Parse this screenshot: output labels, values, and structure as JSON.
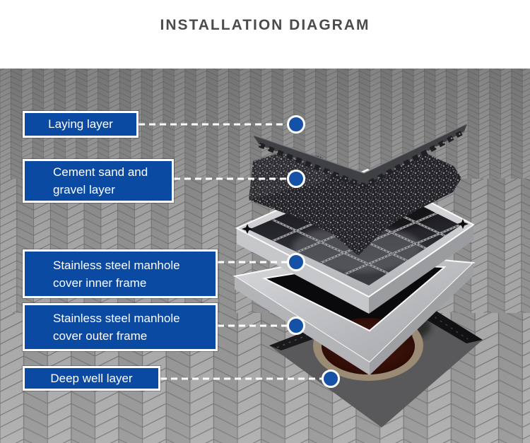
{
  "title": "INSTALLATION DIAGRAM",
  "labels": {
    "laying": {
      "text": "Laying layer"
    },
    "cement": {
      "line1": "Cement sand and",
      "line2": "gravel layer"
    },
    "inner_frame": {
      "line1": "Stainless steel manhole",
      "line2": "cover inner frame"
    },
    "outer_frame": {
      "line1": "Stainless steel manhole",
      "line2": "cover outer frame"
    },
    "deep_well": {
      "text": "Deep well layer"
    }
  },
  "colors": {
    "label_blue": "#0b4aa2",
    "marker_blue": "#1552a7",
    "title_gray": "#4b4b4b",
    "callout_white": "#ffffff"
  },
  "diagram_parts": [
    "laying-layer-strip",
    "cement-sand-gravel-slab",
    "stainless-inner-frame-cover",
    "stainless-outer-frame-ring",
    "deep-well-slab-and-opening"
  ]
}
